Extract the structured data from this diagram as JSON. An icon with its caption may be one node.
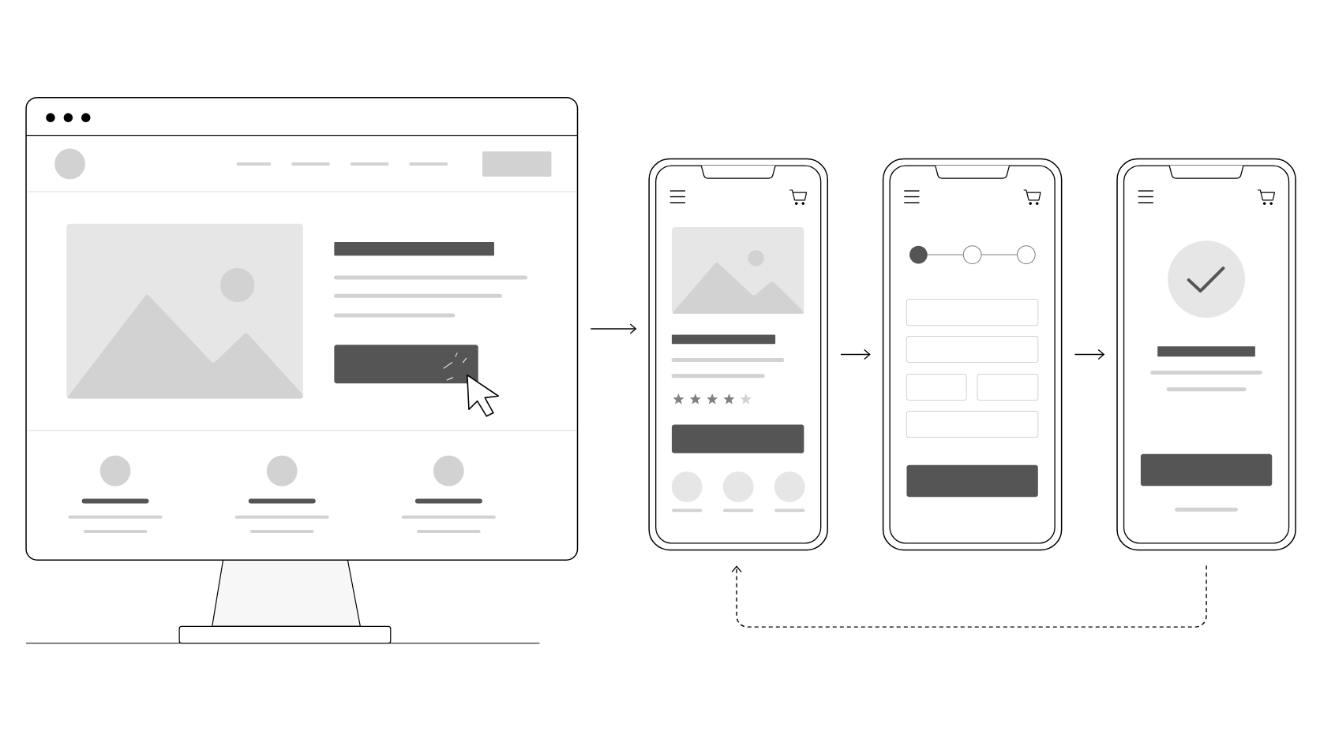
{
  "diagram": {
    "nodes": [
      {
        "text": [],
        "shape": "monitor"
      },
      {
        "text": [],
        "shape": "phone"
      },
      {
        "text": [],
        "shape": "phone"
      },
      {
        "text": [],
        "shape": "phone"
      }
    ],
    "edges": [
      {
        "from": 0,
        "to": 1,
        "arrow": "to"
      },
      {
        "from": 1,
        "to": 2,
        "arrow": "to"
      },
      {
        "from": 2,
        "to": 3,
        "arrow": "to"
      },
      {
        "from": 3,
        "to": 1,
        "arrow": "to",
        "style": "dashed"
      }
    ]
  }
}
